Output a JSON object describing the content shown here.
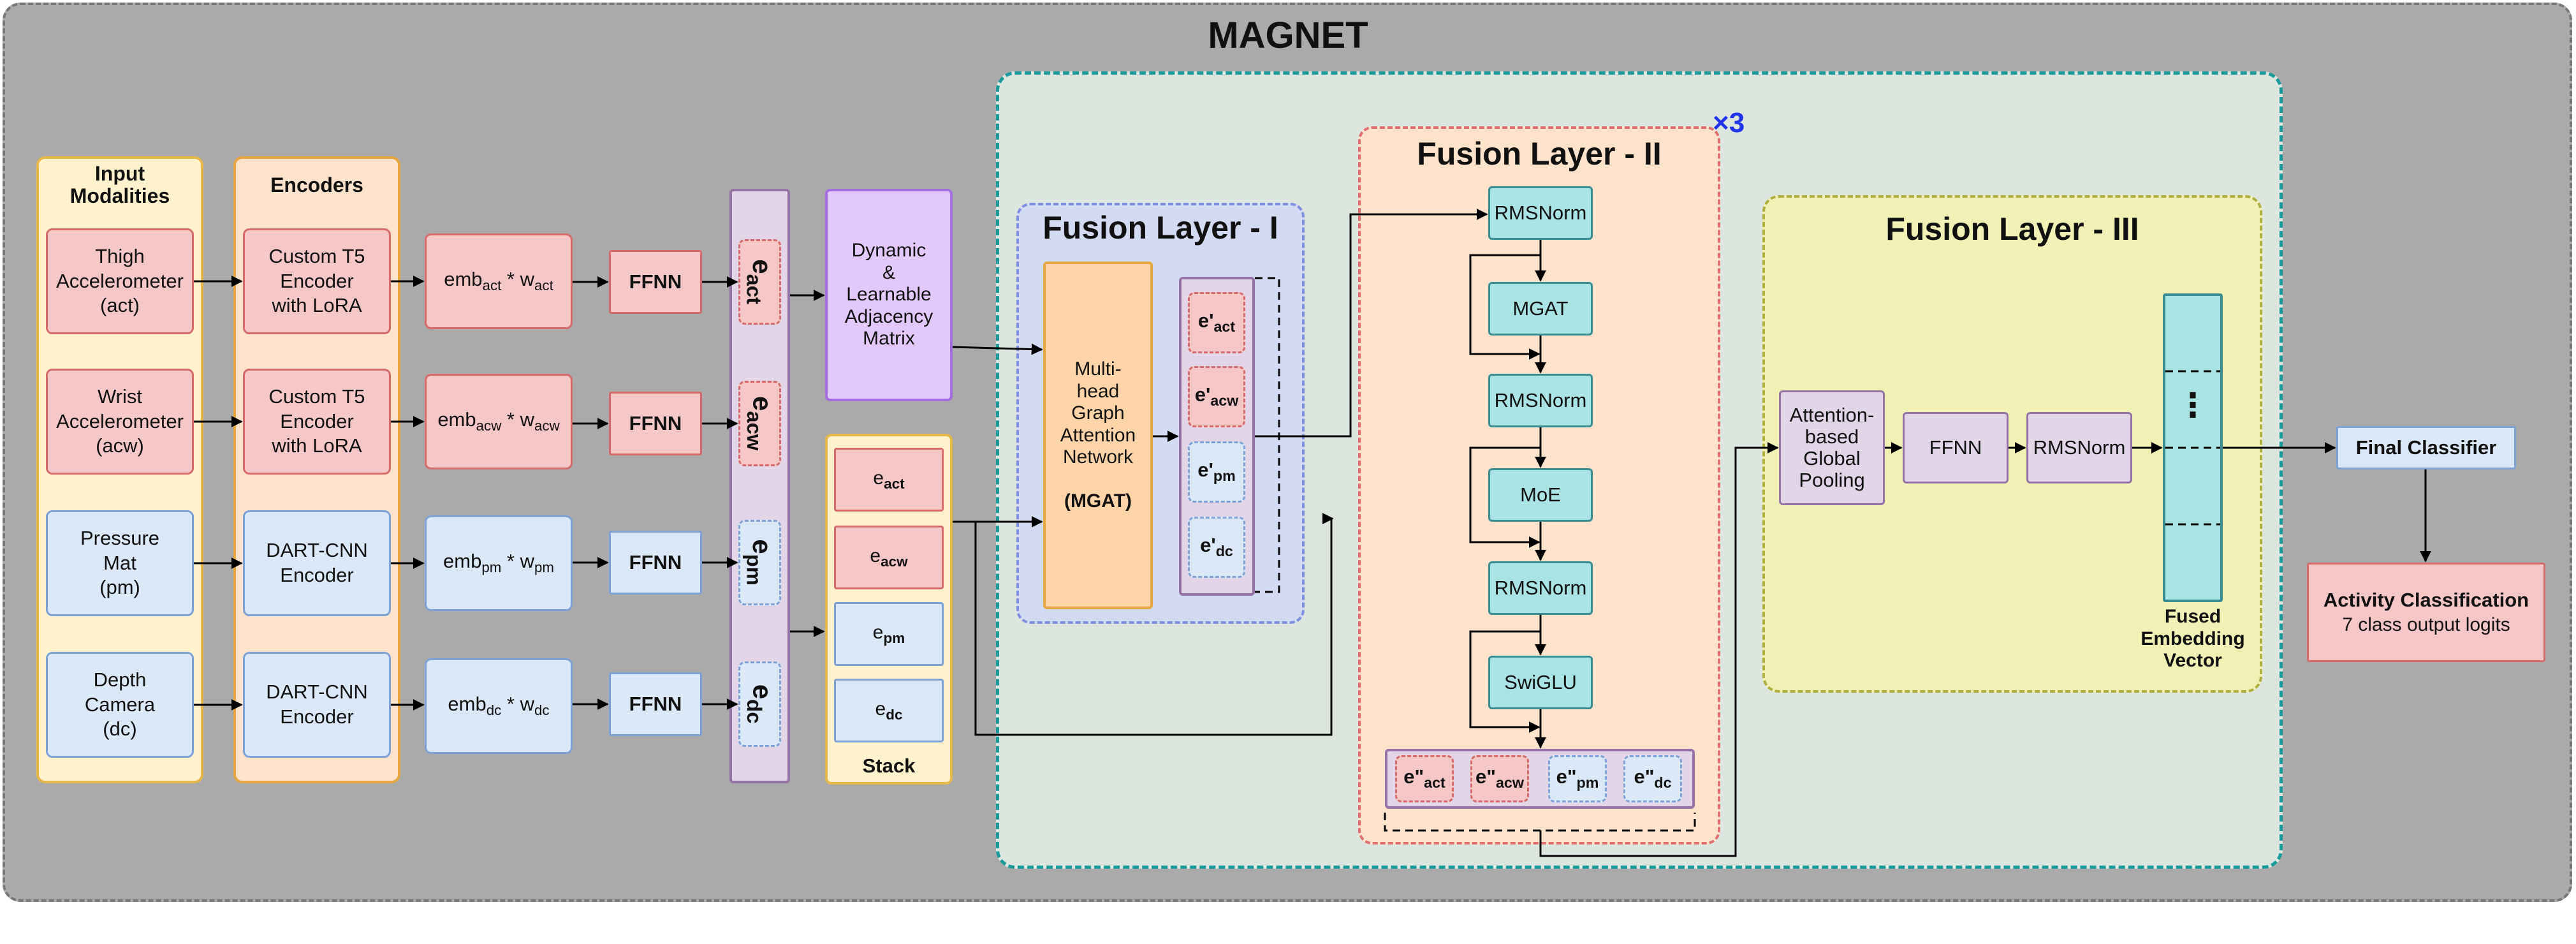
{
  "title": "MAGNET",
  "repeat_label": "×3",
  "columns": {
    "input": {
      "title_line1": "Input",
      "title_line2": "Modalities"
    },
    "encoders": {
      "title": "Encoders"
    }
  },
  "modalities": [
    {
      "line1": "Thigh",
      "line2": "Accelerometer",
      "line3": "(act)",
      "key": "act"
    },
    {
      "line1": "Wrist",
      "line2": "Accelerometer",
      "line3": "(acw)",
      "key": "acw"
    },
    {
      "line1": "Pressure",
      "line2": "Mat",
      "line3": "(pm)",
      "key": "pm"
    },
    {
      "line1": "Depth",
      "line2": "Camera",
      "line3": "(dc)",
      "key": "dc"
    }
  ],
  "encoders": [
    {
      "line1": "Custom T5",
      "line2": "Encoder",
      "line3": "with LoRA"
    },
    {
      "line1": "Custom T5",
      "line2": "Encoder",
      "line3": "with LoRA"
    },
    {
      "line1": "DART-CNN",
      "line2": "Encoder",
      "line3": ""
    },
    {
      "line1": "DART-CNN",
      "line2": "Encoder",
      "line3": ""
    }
  ],
  "embedding": {
    "emb": "emb",
    "op": " * w"
  },
  "ffnn_label": "FFNN",
  "stack_vec_prefix": "e",
  "adjacency": {
    "line1": "Dynamic",
    "line2": "&",
    "line3": "Learnable",
    "line4": "Adjacency",
    "line5": "Matrix"
  },
  "stack": {
    "label": "Stack"
  },
  "fusion1": {
    "title": "Fusion Layer - I",
    "gat": {
      "line1": "Multi-",
      "line2": "head",
      "line3": "Graph",
      "line4": "Attention",
      "line5": "Network",
      "abbr": "(MGAT)"
    },
    "prime": "e'"
  },
  "fusion2": {
    "title": "Fusion Layer - II",
    "blocks": [
      "RMSNorm",
      "MGAT",
      "RMSNorm",
      "MoE",
      "RMSNorm",
      "SwiGLU"
    ],
    "dprime": "e\""
  },
  "fusion3": {
    "title": "Fusion Layer - III",
    "pool": {
      "line1": "Attention-",
      "line2": "based",
      "line3": "Global",
      "line4": "Pooling"
    },
    "ffnn": "FFNN",
    "norm": "RMSNorm",
    "vec_dots": "⋮",
    "vec_label_line1": "Fused",
    "vec_label_line2": "Embedding",
    "vec_label_line3": "Vector"
  },
  "final_classifier": "Final Classifier",
  "output": {
    "title": "Activity Classification",
    "subtitle": "7 class output logits"
  },
  "colors": {
    "outer_bg": "#aaaaaa",
    "fusion_region": "#dde6de",
    "fusion1_bg": "#d3dbf3",
    "fusion2_bg": "#fde3cc",
    "fusion3_bg": "#f1f1b5",
    "modality_red": "#f6c7c7",
    "modality_blue": "#dbe8f8",
    "norm_teal": "#a9e3e4",
    "adjacency_purple": "#e3c8fb",
    "repeat_blue": "#2233ee"
  }
}
